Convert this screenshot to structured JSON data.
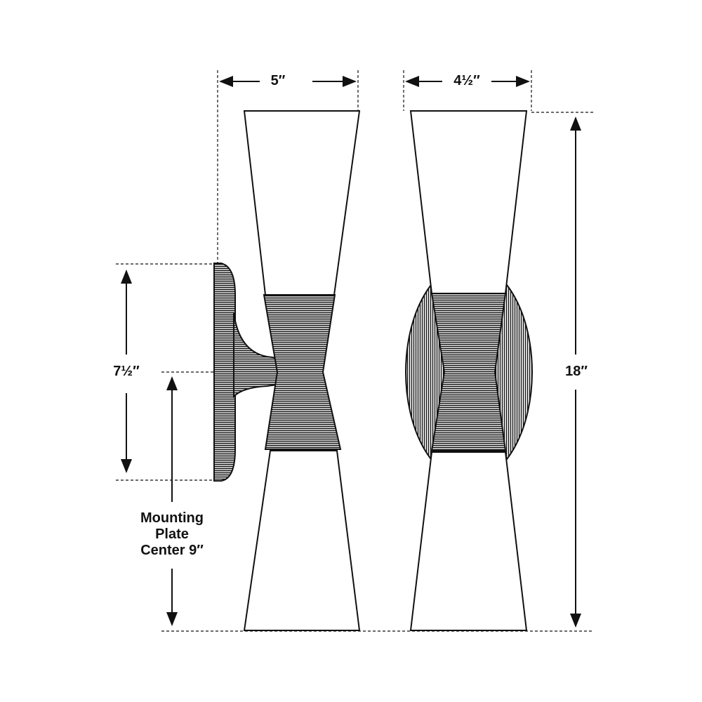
{
  "dimensions": {
    "front_width": "5″",
    "side_width": "4½″",
    "height": "18″",
    "backplate_height": "7½″",
    "mounting_line1": "Mounting",
    "mounting_line2": "Plate",
    "mounting_line3": "Center 9″"
  },
  "colors": {
    "line": "#111111",
    "background": "#ffffff"
  }
}
